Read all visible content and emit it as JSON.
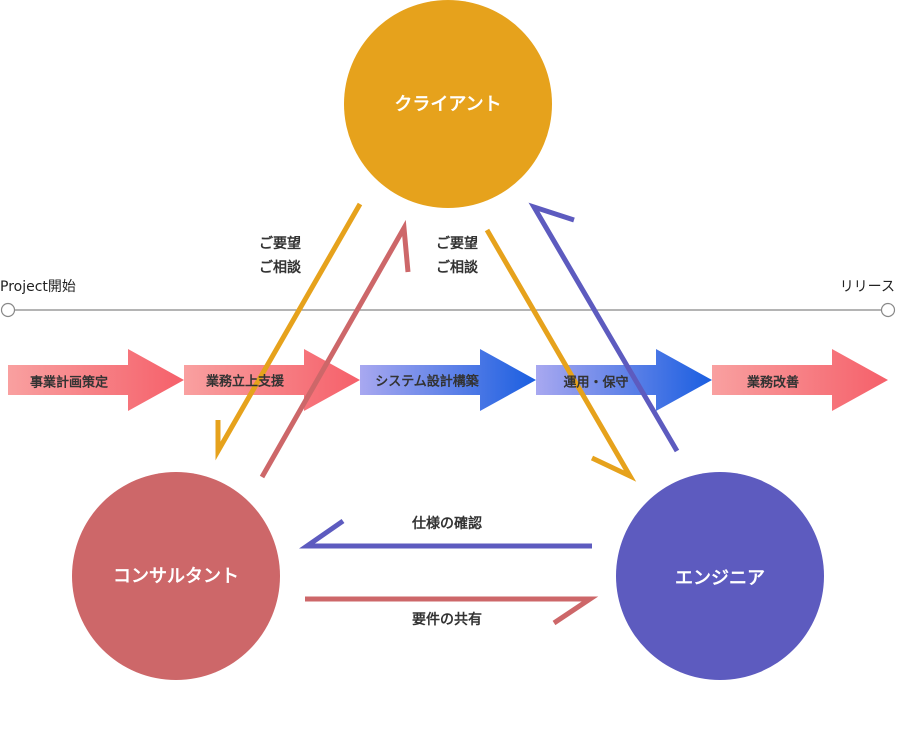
{
  "timeline": {
    "start_label": "Project開始",
    "end_label": "リリース"
  },
  "phases": [
    {
      "label": "事業計画策定",
      "color_start": "#f9a0a0",
      "color_end": "#f5606a"
    },
    {
      "label": "業務立上支援",
      "color_start": "#f9a0a0",
      "color_end": "#f5606a"
    },
    {
      "label": "システム設計構築",
      "color_start": "#a8a8f0",
      "color_end": "#1a5ee0"
    },
    {
      "label": "運用・保守",
      "color_start": "#a8a8f0",
      "color_end": "#1a5ee0"
    },
    {
      "label": "業務改善",
      "color_start": "#f9a0a0",
      "color_end": "#f5606a"
    }
  ],
  "actors": {
    "client": {
      "label": "クライアント",
      "color": "#e6a21c"
    },
    "consultant": {
      "label": "コンサルタント",
      "color": "#cd6769"
    },
    "engineer": {
      "label": "エンジニア",
      "color": "#5d5bbf"
    }
  },
  "flows": {
    "client_to_consultant": {
      "line1": "ご要望",
      "line2": "ご相談"
    },
    "client_to_engineer": {
      "line1": "ご要望",
      "line2": "ご相談"
    },
    "engineer_to_consultant": "仕様の確認",
    "consultant_to_engineer": "要件の共有"
  }
}
